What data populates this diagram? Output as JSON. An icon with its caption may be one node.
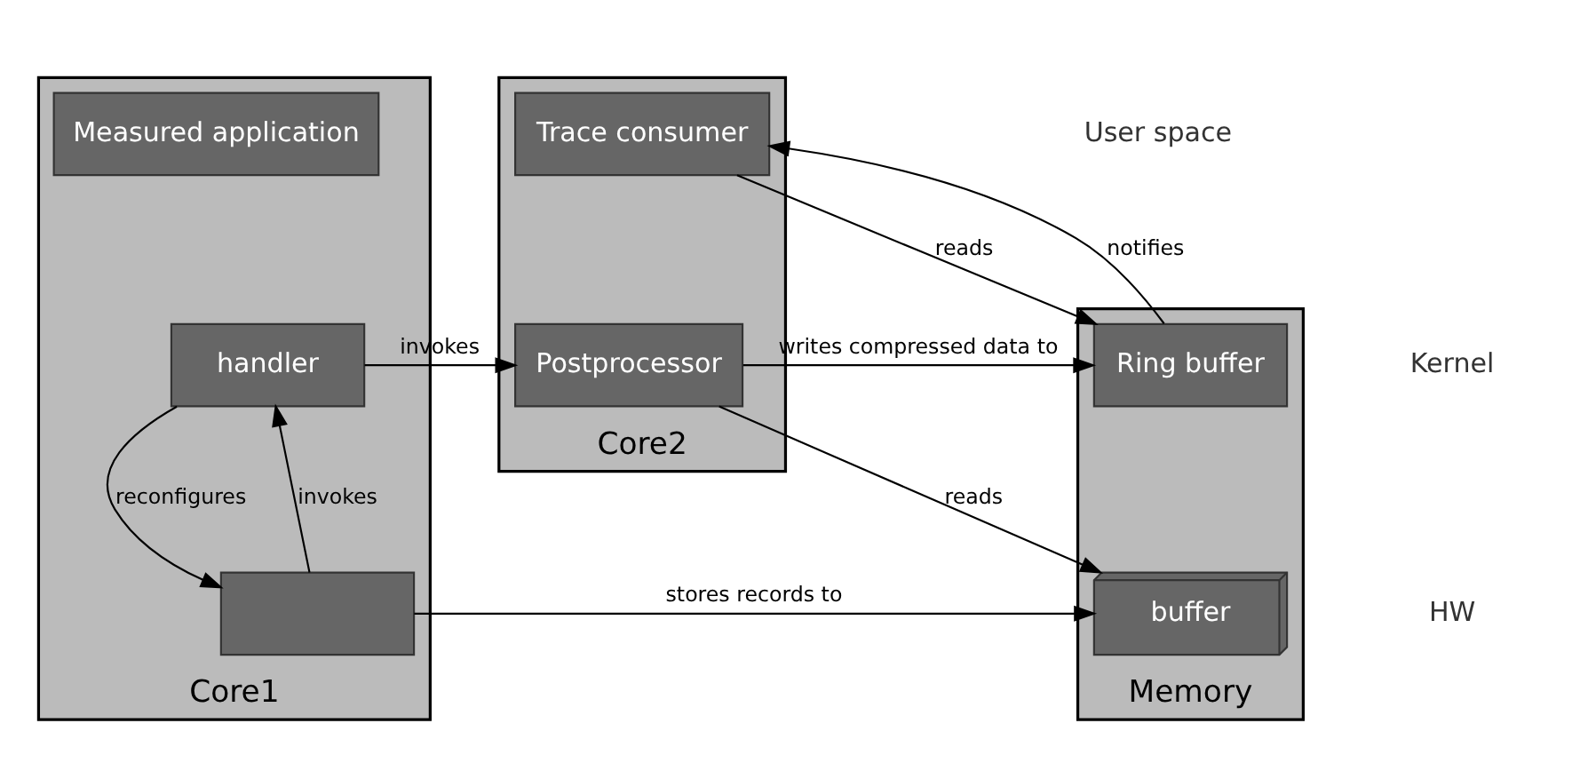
{
  "diagram": {
    "nodes": [
      {
        "text": [
          "Core1"
        ]
      },
      {
        "text": [
          "Core2"
        ]
      },
      {
        "text": [
          "Memory"
        ]
      },
      {
        "text": [
          "Measured application"
        ],
        "in": 0
      },
      {
        "text": [
          "handler"
        ],
        "in": 0
      },
      {
        "text": [],
        "shape": "box",
        "in": 0
      },
      {
        "text": [
          "Trace consumer"
        ],
        "in": 1
      },
      {
        "text": [
          "Postprocessor"
        ],
        "in": 1
      },
      {
        "text": [
          "Ring buffer"
        ],
        "in": 2
      },
      {
        "text": [
          "buffer"
        ],
        "in": 2
      }
    ],
    "edges": [
      {
        "from": 6,
        "to": 8,
        "arrow": "to",
        "label": "reads"
      },
      {
        "from": 8,
        "to": 6,
        "arrow": "to",
        "label": "notifies"
      },
      {
        "from": 4,
        "to": 7,
        "arrow": "to",
        "label": "invokes"
      },
      {
        "from": 7,
        "to": 8,
        "arrow": "to",
        "label": "writes compressed data to"
      },
      {
        "from": 7,
        "to": 9,
        "arrow": "to",
        "label": "reads"
      },
      {
        "from": 4,
        "to": 5,
        "arrow": "to",
        "label": "reconfigures"
      },
      {
        "from": 5,
        "to": 4,
        "arrow": "to",
        "label": "invokes"
      },
      {
        "from": 5,
        "to": 9,
        "arrow": "to",
        "label": "stores records to"
      }
    ],
    "labels": [
      "User space",
      "Kernel",
      "HW"
    ]
  }
}
